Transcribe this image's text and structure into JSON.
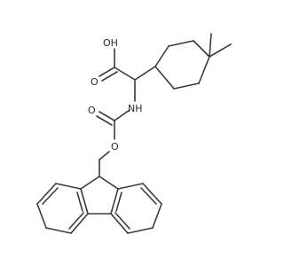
{
  "molecule": {
    "atom_labels": {
      "hydroxyl": "OH",
      "acid_carbonyl_oxygen": "O",
      "amine_nitrogen": "NH",
      "carbamate_carbonyl_oxygen": "O",
      "ester_oxygen": "O"
    },
    "colors": {
      "bond": "#3a3a3a",
      "label": "#2a2a2a",
      "background": "#ffffff"
    }
  }
}
